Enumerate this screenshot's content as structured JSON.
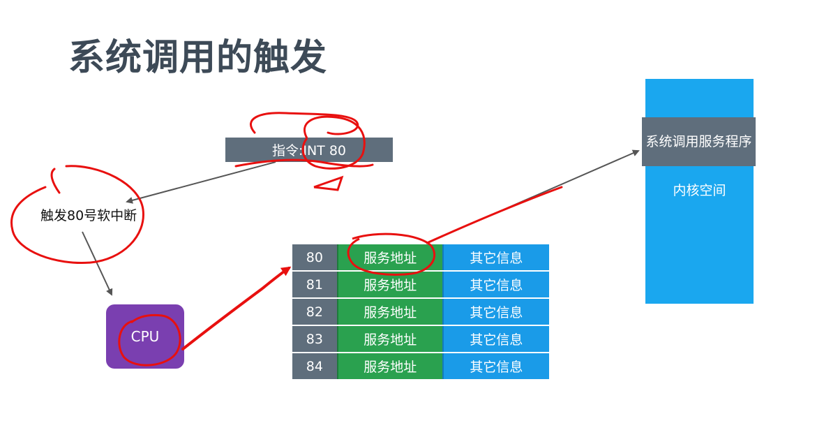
{
  "title": "系统调用的触发",
  "instruction": "指令:INT 80",
  "trigger_text": "触发80号软中断",
  "cpu_label": "CPU",
  "ivt_rows": [
    {
      "num": "80",
      "addr": "服务地址",
      "other": "其它信息"
    },
    {
      "num": "81",
      "addr": "服务地址",
      "other": "其它信息"
    },
    {
      "num": "82",
      "addr": "服务地址",
      "other": "其它信息"
    },
    {
      "num": "83",
      "addr": "服务地址",
      "other": "其它信息"
    },
    {
      "num": "84",
      "addr": "服务地址",
      "other": "其它信息"
    }
  ],
  "kernel": {
    "routine_label": "系统调用服务程序",
    "space_label": "内核空间"
  },
  "colors": {
    "title": "#3d4a57",
    "gray_block": "#5f6e7c",
    "cpu": "#7a3fb0",
    "addr_cell": "#2aa14f",
    "other_cell": "#1a9be8",
    "kernel_space": "#1aa7ef",
    "annotation": "#e8100f"
  }
}
